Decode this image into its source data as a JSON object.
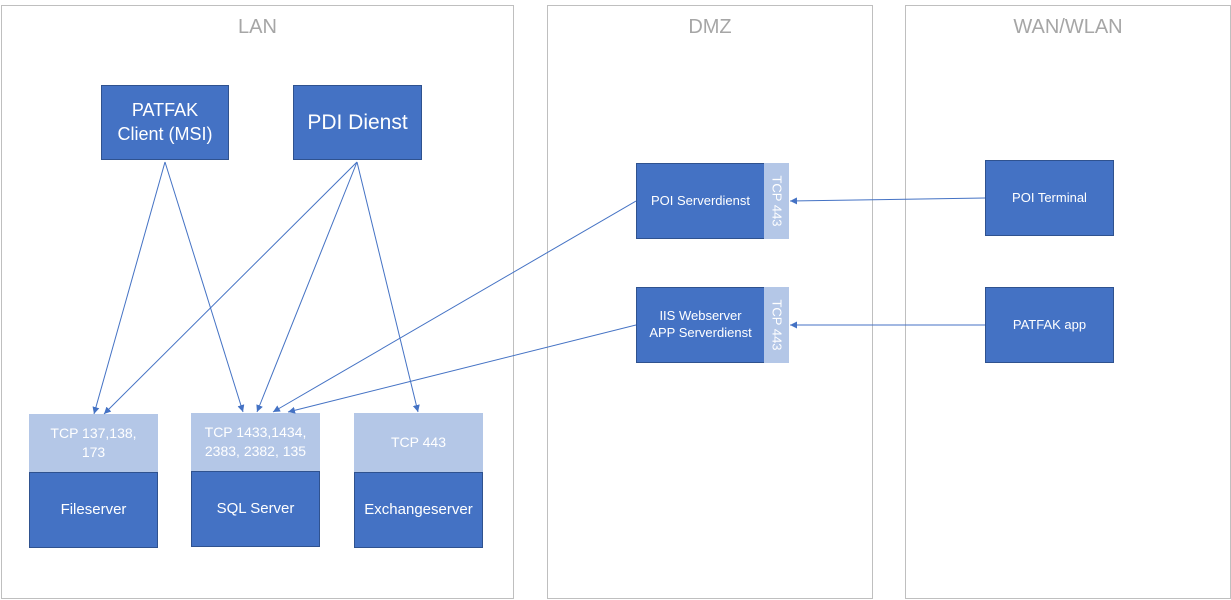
{
  "zones": {
    "lan": "LAN",
    "dmz": "DMZ",
    "wan": "WAN/WLAN"
  },
  "nodes": {
    "patfak_client": "PATFAK\nClient (MSI)",
    "pdi_dienst": "PDI Dienst",
    "poi_serverdienst": "POI Serverdienst",
    "iis_webserver": "IIS Webserver\nAPP Serverdienst",
    "poi_terminal": "POI Terminal",
    "patfak_app": "PATFAK app",
    "fileserver": "Fileserver",
    "sql_server": "SQL Server",
    "exchangeserver": "Exchangeserver"
  },
  "ports": {
    "fileserver": "TCP 137,138,\n173",
    "sql_server": "TCP 1433,1434,\n2383, 2382, 135",
    "exchangeserver": "TCP 443",
    "poi_serverdienst": "TCP 443",
    "iis_webserver": "TCP 443"
  },
  "colors": {
    "node_fill": "#4472c4",
    "port_fill": "#b4c7e7",
    "connector": "#4472c4",
    "zone_border": "#bfbfbf",
    "zone_title": "#a6a6a6"
  },
  "connections": [
    {
      "from": "patfak_client",
      "to": "fileserver"
    },
    {
      "from": "patfak_client",
      "to": "sql_server"
    },
    {
      "from": "pdi_dienst",
      "to": "fileserver"
    },
    {
      "from": "pdi_dienst",
      "to": "sql_server"
    },
    {
      "from": "pdi_dienst",
      "to": "exchangeserver"
    },
    {
      "from": "poi_serverdienst",
      "to": "sql_server"
    },
    {
      "from": "iis_webserver",
      "to": "sql_server"
    },
    {
      "from": "poi_terminal",
      "to": "poi_serverdienst"
    },
    {
      "from": "patfak_app",
      "to": "iis_webserver"
    }
  ]
}
